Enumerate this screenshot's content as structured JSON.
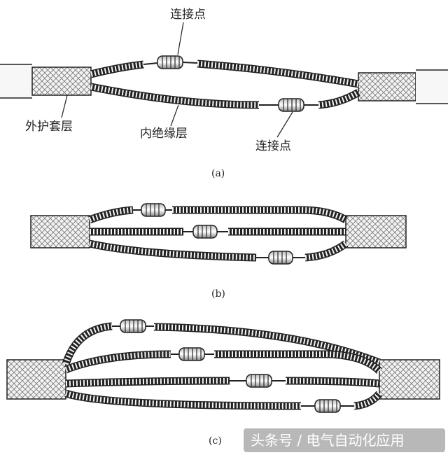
{
  "diagram_a": {
    "caption": "(a)",
    "label_top_joint": "连接点",
    "label_sheath": "外护套层",
    "label_insulation": "内绝缘层",
    "label_bottom_joint": "连接点"
  },
  "diagram_b": {
    "caption": "(b)"
  },
  "diagram_c": {
    "caption": "(c)"
  },
  "watermark": {
    "text": "头条号 / 电气自动化应用"
  }
}
